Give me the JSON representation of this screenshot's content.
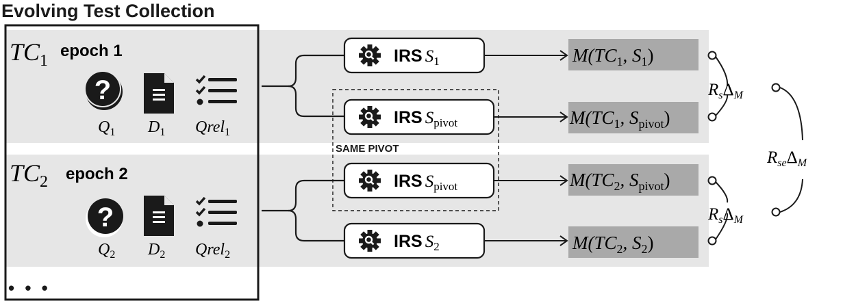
{
  "title": "Evolving Test Collection",
  "epochs": [
    {
      "tc_base": "TC",
      "tc_sub": "1",
      "epoch_label": "epoch 1",
      "q_base": "Q",
      "q_sub": "1",
      "d_base": "D",
      "d_sub": "1",
      "qrel_base": "Qrel",
      "qrel_sub": "1"
    },
    {
      "tc_base": "TC",
      "tc_sub": "2",
      "epoch_label": "epoch 2",
      "q_base": "Q",
      "q_sub": "2",
      "d_base": "D",
      "d_sub": "2",
      "qrel_base": "Qrel",
      "qrel_sub": "2"
    }
  ],
  "ellipsis": "• • •",
  "systems": [
    {
      "irs": "IRS",
      "s_base": "S",
      "s_sub": "1"
    },
    {
      "irs": "IRS",
      "s_base": "S",
      "s_sub": "pivot"
    },
    {
      "irs": "IRS",
      "s_base": "S",
      "s_sub": "pivot"
    },
    {
      "irs": "IRS",
      "s_base": "S",
      "s_sub": "2"
    }
  ],
  "same_pivot_label": "SAME PIVOT",
  "measures": [
    {
      "m": "M(TC",
      "tc_sub": "1",
      "mid": ", S",
      "s_sub": "1",
      "end": ")"
    },
    {
      "m": "M(TC",
      "tc_sub": "1",
      "mid": ", S",
      "s_sub": "pivot",
      "end": ")"
    },
    {
      "m": "M(TC",
      "tc_sub": "2",
      "mid": ", S",
      "s_sub": "pivot",
      "end": ")"
    },
    {
      "m": "M(TC",
      "tc_sub": "2",
      "mid": ", S",
      "s_sub": "2",
      "end": ")"
    }
  ],
  "rs_labels": [
    {
      "r": "R",
      "r_sub": "s",
      "delta": "Δ",
      "d_sub": "M"
    },
    {
      "r": "R",
      "r_sub": "s",
      "delta": "Δ",
      "d_sub": "M"
    }
  ],
  "rse_label": {
    "r": "R",
    "r_sub": "se",
    "delta": "Δ",
    "d_sub": "M"
  },
  "colors": {
    "band": "#e6e6e6",
    "measure_box": "#a9a9a9",
    "stroke": "#1a1a1a"
  },
  "icons": [
    "question-circle-icon",
    "document-icon",
    "checklist-icon",
    "gear-search-icon"
  ]
}
